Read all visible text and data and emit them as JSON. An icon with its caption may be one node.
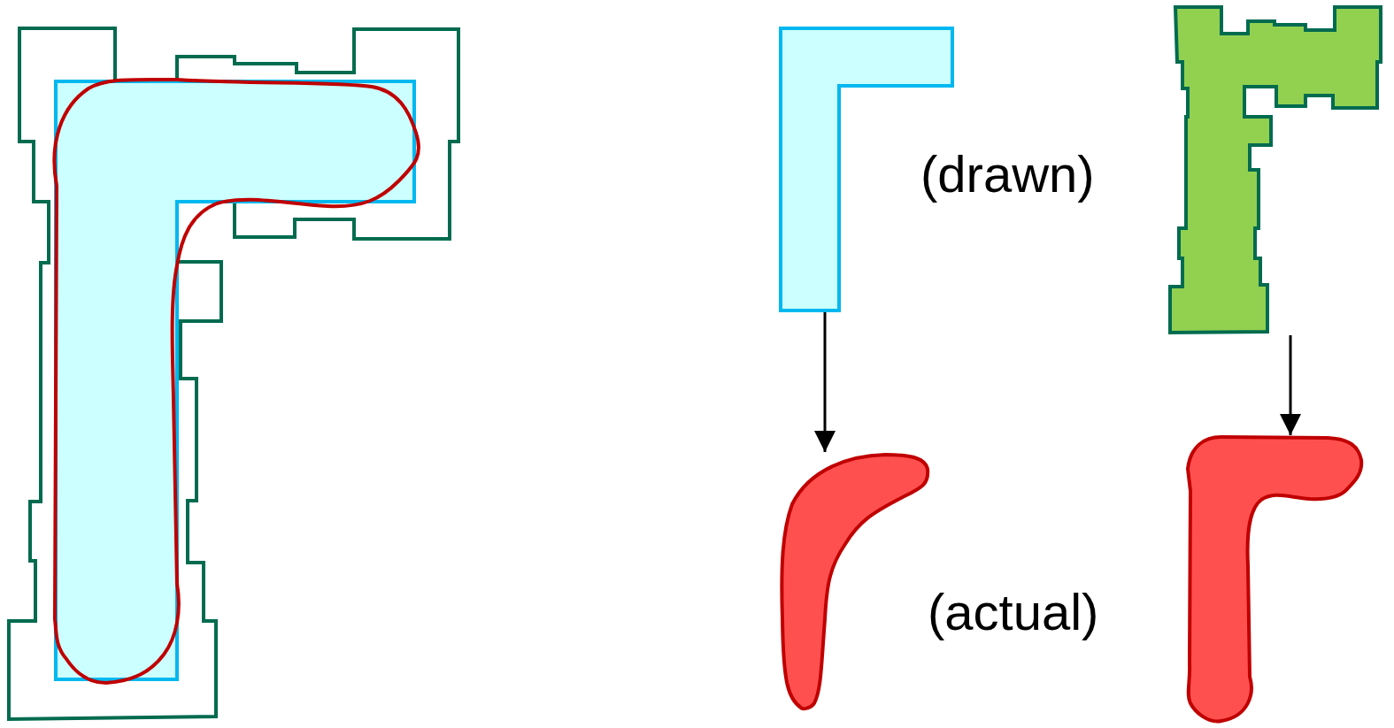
{
  "diagram": {
    "nodes": [
      {
        "text": [],
        "shape": "picture"
      },
      {
        "text": [],
        "shape": "picture"
      },
      {
        "text": [],
        "shape": "picture"
      },
      {
        "text": [],
        "shape": "picture"
      }
    ],
    "edges": [
      {
        "from": 0,
        "to": 2,
        "arrow": "to"
      },
      {
        "from": 1,
        "to": 3,
        "arrow": "to"
      }
    ],
    "labels": [
      "(drawn)",
      "(actual)"
    ]
  }
}
